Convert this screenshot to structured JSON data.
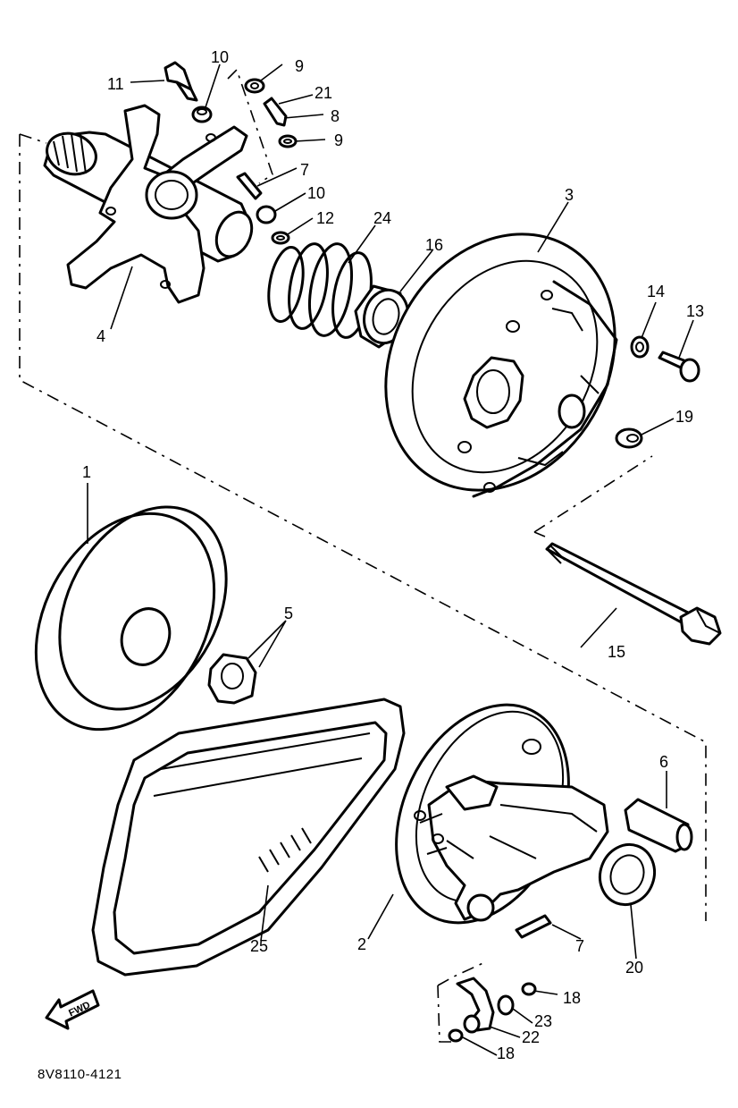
{
  "diagram_code": "8V8110-4121",
  "fwd_label": "FWD",
  "callouts": [
    {
      "id": "c1",
      "label": "1"
    },
    {
      "id": "c2",
      "label": "2"
    },
    {
      "id": "c3",
      "label": "3"
    },
    {
      "id": "c4",
      "label": "4"
    },
    {
      "id": "c5",
      "label": "5"
    },
    {
      "id": "c6",
      "label": "6"
    },
    {
      "id": "c7a",
      "label": "7"
    },
    {
      "id": "c7b",
      "label": "7"
    },
    {
      "id": "c8",
      "label": "8"
    },
    {
      "id": "c9a",
      "label": "9"
    },
    {
      "id": "c9b",
      "label": "9"
    },
    {
      "id": "c10a",
      "label": "10"
    },
    {
      "id": "c10b",
      "label": "10"
    },
    {
      "id": "c11",
      "label": "11"
    },
    {
      "id": "c12",
      "label": "12"
    },
    {
      "id": "c13",
      "label": "13"
    },
    {
      "id": "c14",
      "label": "14"
    },
    {
      "id": "c15",
      "label": "15"
    },
    {
      "id": "c16",
      "label": "16"
    },
    {
      "id": "c18a",
      "label": "18"
    },
    {
      "id": "c18b",
      "label": "18"
    },
    {
      "id": "c19",
      "label": "19"
    },
    {
      "id": "c20",
      "label": "20"
    },
    {
      "id": "c21",
      "label": "21"
    },
    {
      "id": "c22",
      "label": "22"
    },
    {
      "id": "c23",
      "label": "23"
    },
    {
      "id": "c24",
      "label": "24"
    },
    {
      "id": "c25",
      "label": "25"
    }
  ]
}
